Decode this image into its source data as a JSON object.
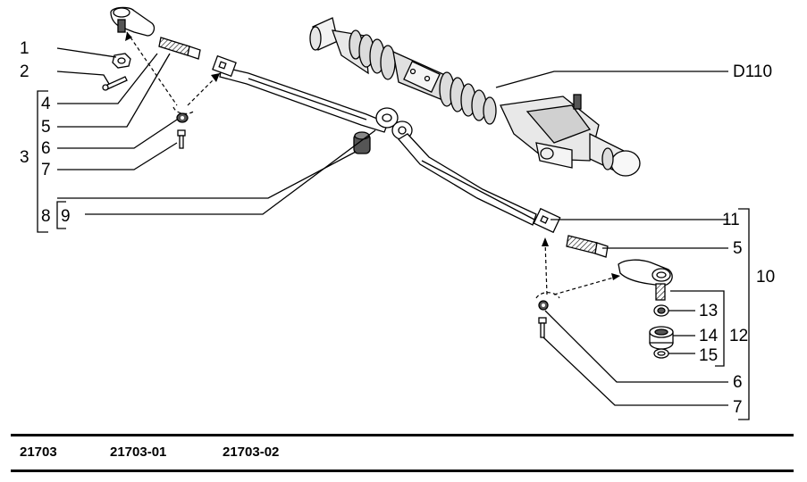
{
  "labels": {
    "l1": "1",
    "l2": "2",
    "l3": "3",
    "l4": "4",
    "l5a": "5",
    "l6a": "6",
    "l7a": "7",
    "l8": "8",
    "l9": "9",
    "d110": "D110",
    "l11": "11",
    "l5b": "5",
    "l10": "10",
    "l13": "13",
    "l14": "14",
    "l12": "12",
    "l15": "15",
    "l6b": "6",
    "l7b": "7"
  },
  "footer": {
    "codes": [
      "21703",
      "21703-01",
      "21703-02"
    ]
  },
  "colors": {
    "ink": "#000000",
    "paper": "#ffffff",
    "shade": "#d9d9d9",
    "dark": "#555555"
  }
}
